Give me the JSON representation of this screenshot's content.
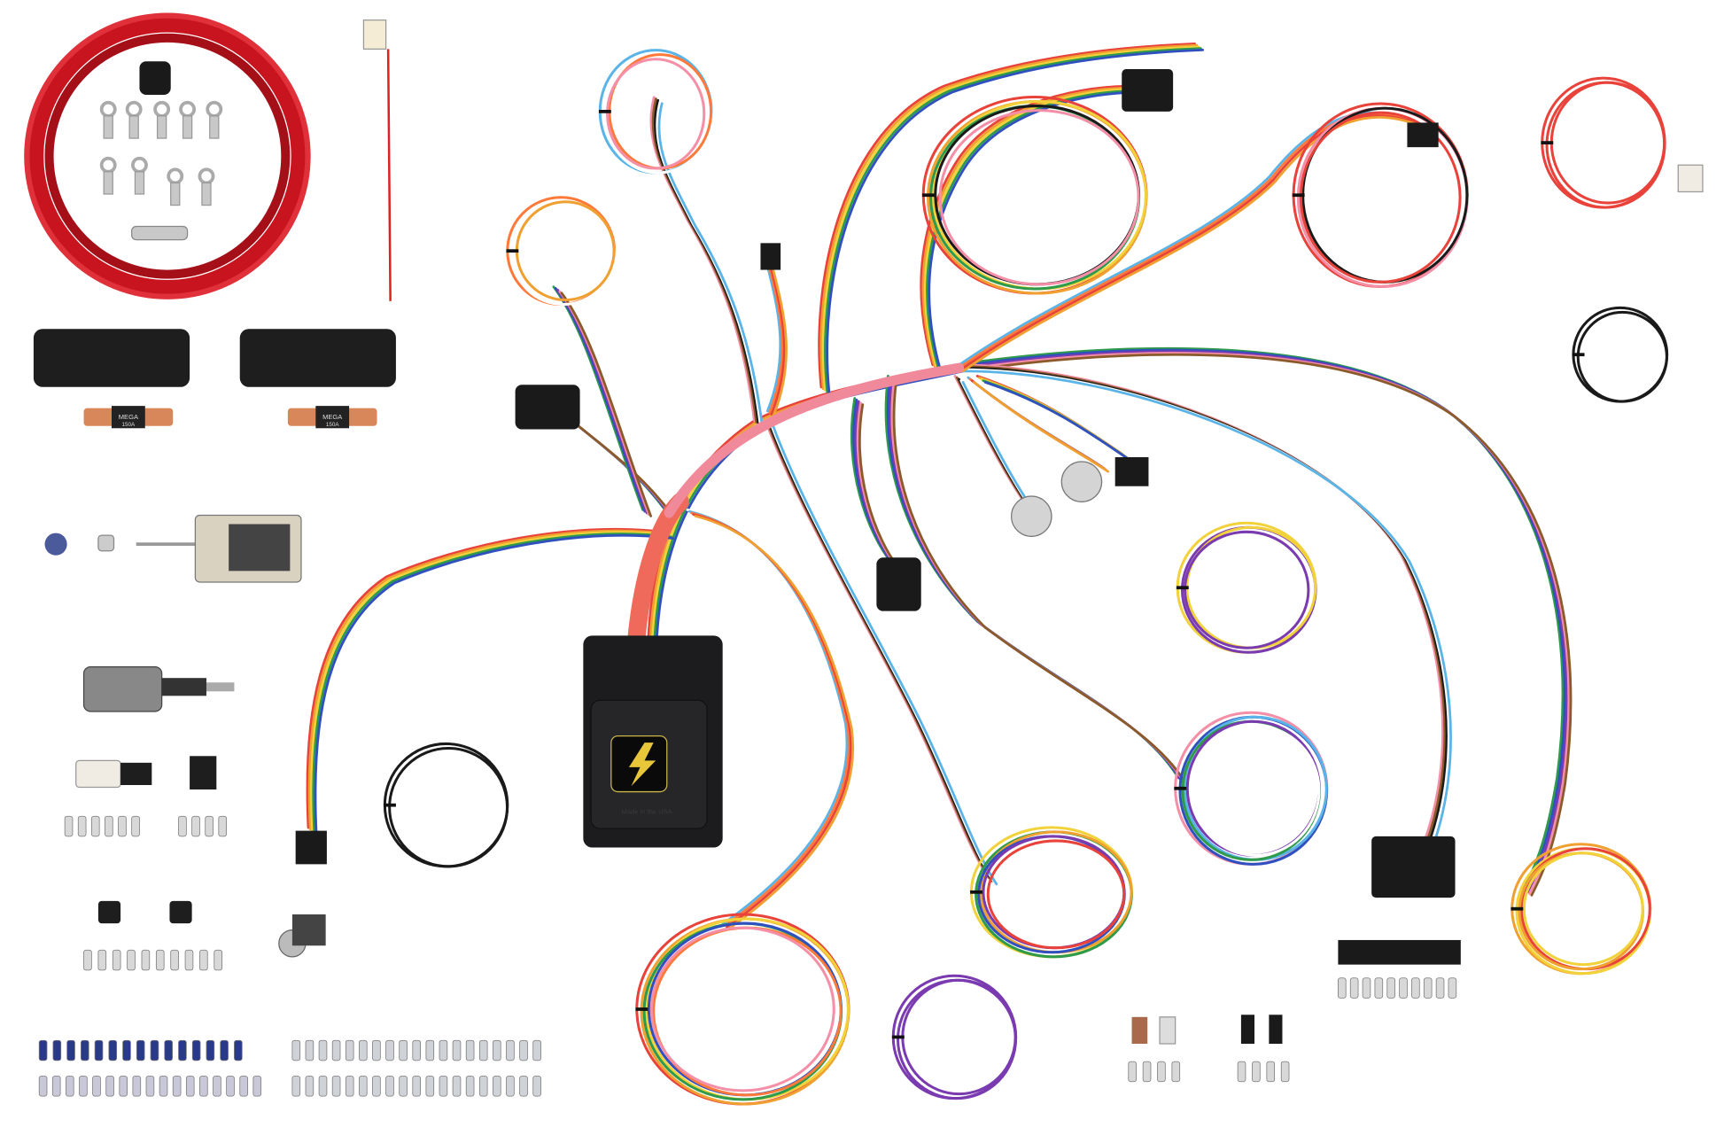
{
  "product": {
    "fuse_label": "MEGA",
    "fuse_rating": "150A",
    "box_imprint": "Made in the USA"
  },
  "colors": {
    "background": "#ffffff",
    "battery_cable": "#c8141e",
    "control_box": "#1c1c1e",
    "wire_palette": [
      "#e8423a",
      "#f0a030",
      "#f2d23a",
      "#2e9a4a",
      "#3050c0",
      "#7a3ab0",
      "#f58fa8",
      "#8a5a2a",
      "#1a1a1a",
      "#ffffff",
      "#5ab4e8",
      "#ff7a3a"
    ]
  }
}
